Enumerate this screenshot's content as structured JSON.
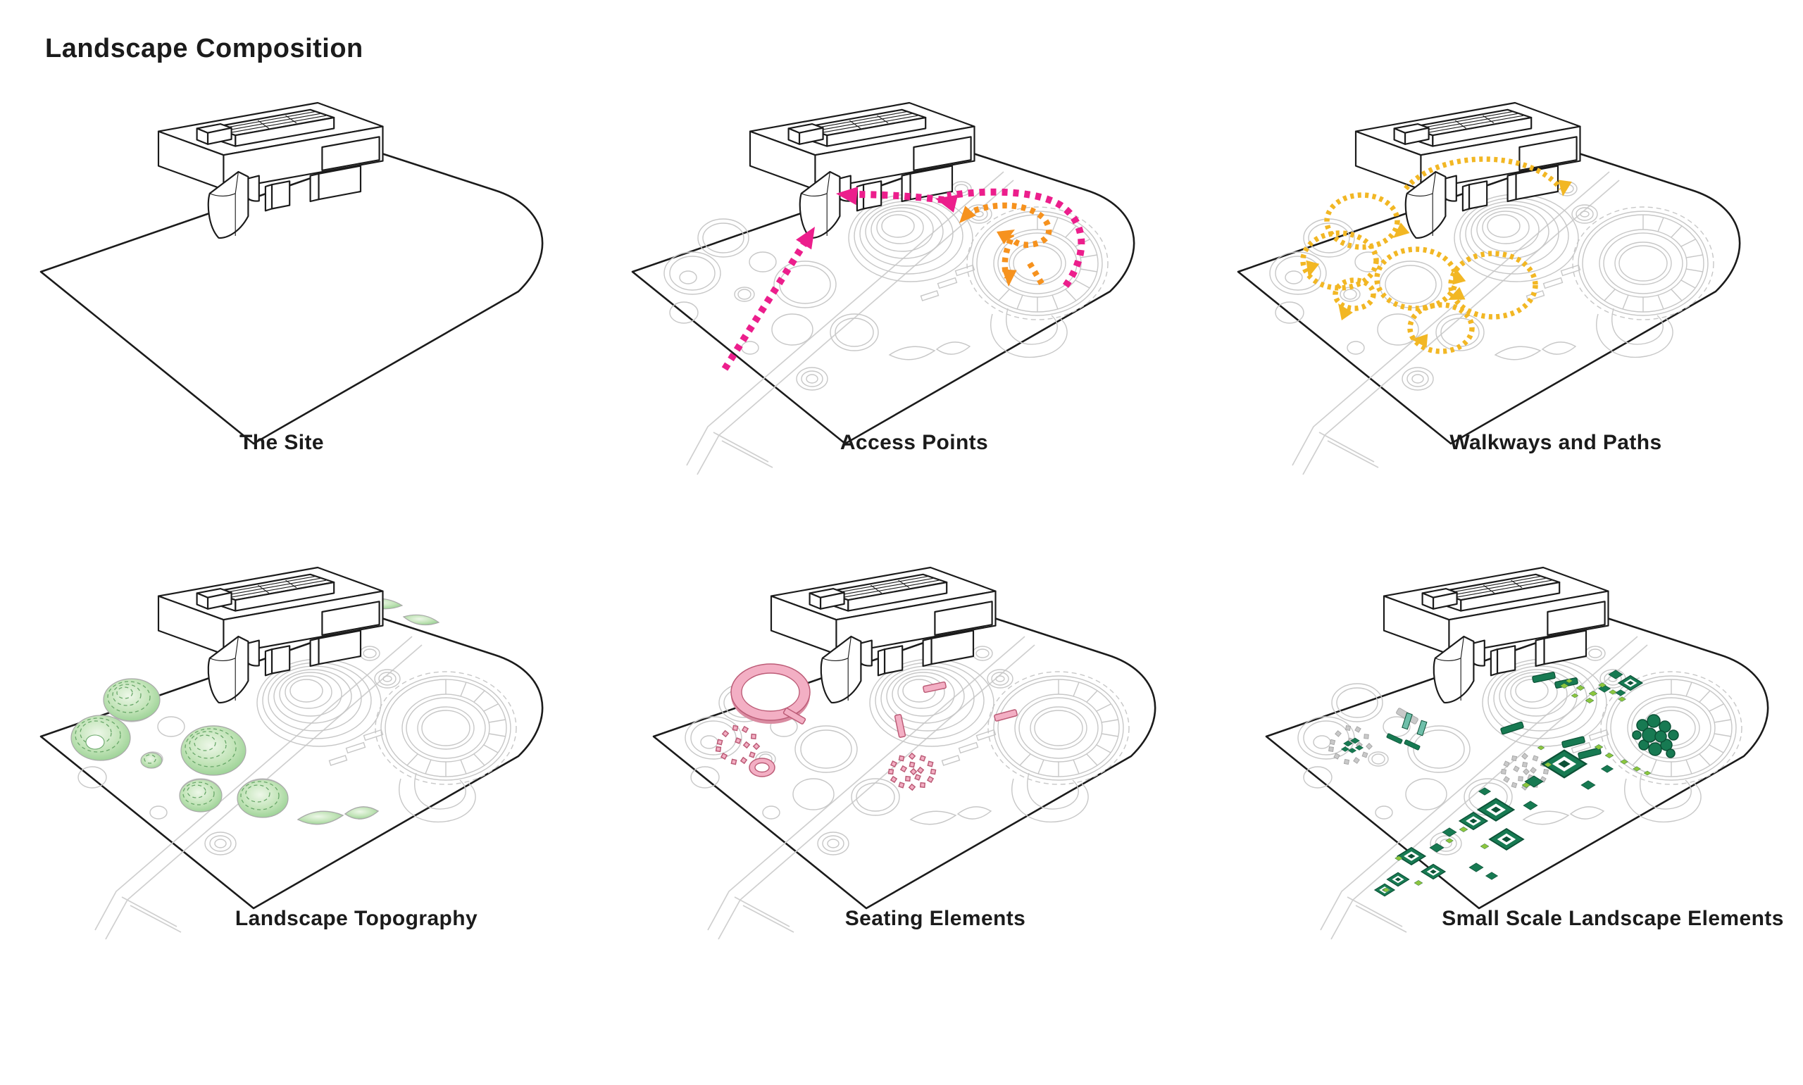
{
  "title": "Landscape Composition",
  "panels": [
    {
      "id": "the-site",
      "label": "The Site"
    },
    {
      "id": "access-points",
      "label": "Access Points"
    },
    {
      "id": "walkways-and-paths",
      "label": "Walkways and Paths"
    },
    {
      "id": "landscape-topography",
      "label": "Landscape Topography"
    },
    {
      "id": "seating-elements",
      "label": "Seating Elements"
    },
    {
      "id": "small-scale-landscape-elements",
      "label": "Small Scale Landscape Elements"
    }
  ],
  "colors": {
    "ink": "#1b1b1b",
    "plan": "#c7c7c7",
    "road": "#cfcfcf",
    "pink": "#EC1E8C",
    "orange": "#F6921E",
    "gold": "#F2B724",
    "contour": "#69A869",
    "topo1": "#EDF7E8",
    "topo2": "#C2E4B8",
    "topo3": "#93CE8E",
    "seatpink": "#F3AFC4",
    "seatdark": "#BC5C77",
    "seatshadow": "#D98BA1",
    "egreen": "#177A52",
    "egreendark": "#0C5136",
    "lime": "#8CC63E",
    "teal": "#6FBFAA"
  }
}
